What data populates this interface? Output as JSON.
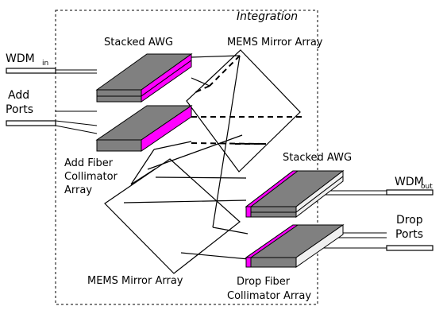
{
  "labels": {
    "integration": "Integration",
    "stacked_awg_top": "Stacked AWG",
    "mems_top": "MEMS Mirror Array",
    "wdm_in_main": "WDM",
    "wdm_in_sub": "in",
    "add_ports_1": "Add",
    "add_ports_2": "Ports",
    "add_fiber_1": "Add Fiber",
    "add_fiber_2": "Collimator",
    "add_fiber_3": "Array",
    "stacked_awg_right": "Stacked AWG",
    "wdm_out_main": "WDM",
    "wdm_out_sub": "out",
    "drop_ports_1": "Drop",
    "drop_ports_2": "Ports",
    "mems_bottom": "MEMS Mirror Array",
    "drop_fiber_1": "Drop Fiber",
    "drop_fiber_2": "Collimator Array"
  },
  "colors": {
    "block_body": "#808080",
    "block_accent": "#ff00ff",
    "block_top_light": "#f0f0f0",
    "line": "#000000"
  }
}
